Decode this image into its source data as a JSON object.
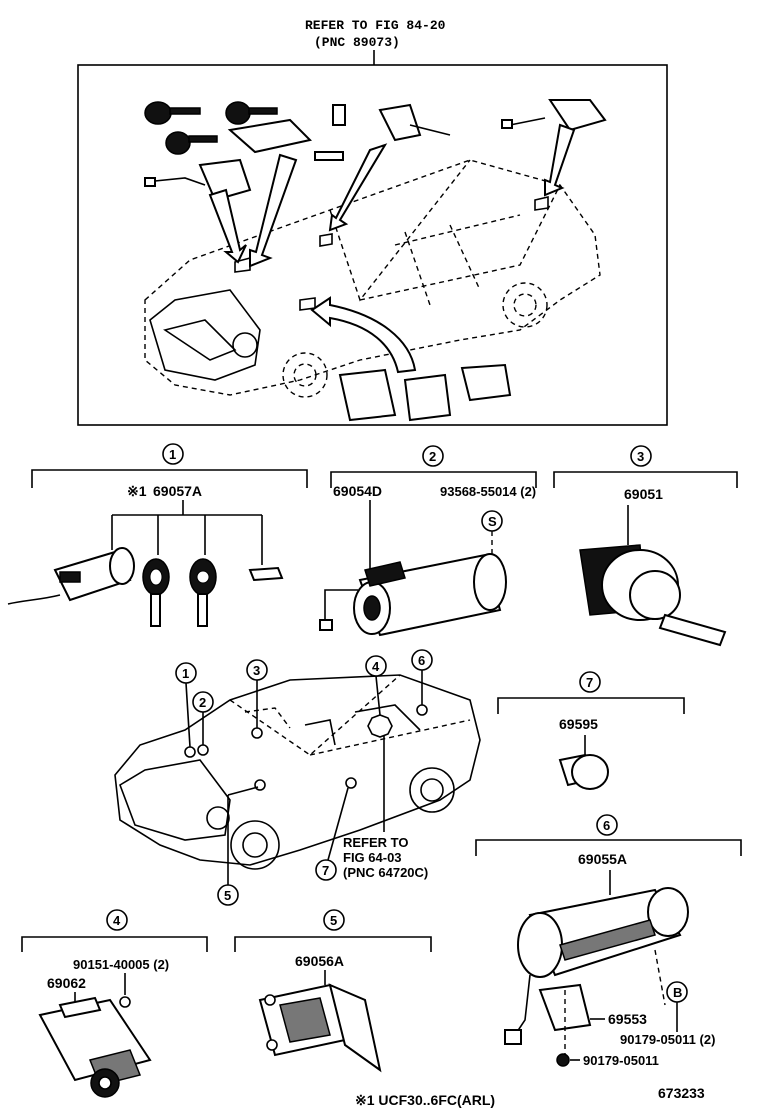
{
  "header": {
    "refer_line1": "REFER TO FIG 84-20",
    "refer_line2": "(PNC 89073)"
  },
  "sections": {
    "s1": {
      "num": "1",
      "part": "69057A",
      "mark": "※1"
    },
    "s2": {
      "num": "2",
      "part_a": "69054D",
      "part_b": "93568-55014 (2)",
      "symbol": "S"
    },
    "s3": {
      "num": "3",
      "part": "69051"
    },
    "s4": {
      "num": "4",
      "part_a": "90151-40005 (2)",
      "part_b": "69062"
    },
    "s5": {
      "num": "5",
      "part": "69056A"
    },
    "s6": {
      "num": "6",
      "part_a": "69055A",
      "part_b": "69553",
      "part_c": "90179-05011 (2)",
      "part_d": "90179-05011",
      "symbol": "B"
    },
    "s7": {
      "num": "7",
      "part": "69595"
    }
  },
  "locator": {
    "labels": [
      "1",
      "2",
      "3",
      "4",
      "5",
      "6",
      "7"
    ],
    "refer_line1": "REFER TO",
    "refer_line2": "FIG 64-03",
    "refer_line3": "(PNC 64720C)"
  },
  "footer": {
    "note": "※1  UCF30..6FC(ARL)",
    "diagram_id": "673233"
  }
}
